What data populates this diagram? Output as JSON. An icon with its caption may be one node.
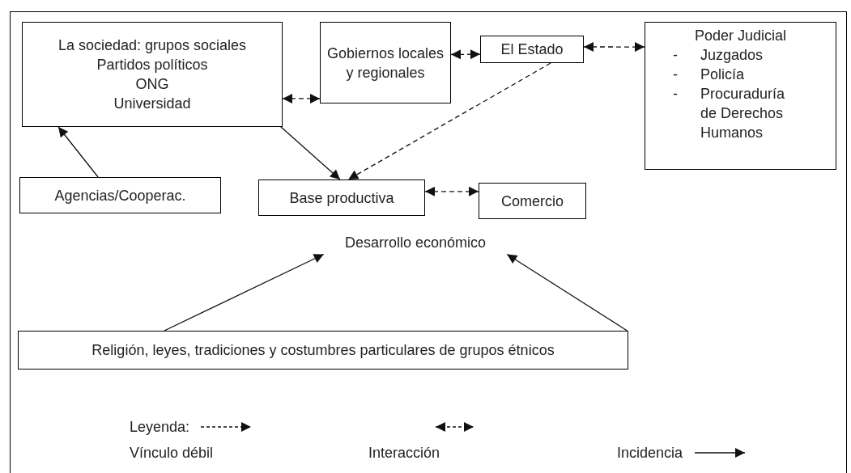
{
  "diagram": {
    "nodes": [
      {
        "text": [
          "La sociedad: grupos sociales",
          "Partidos políticos",
          "ONG",
          "Universidad"
        ]
      },
      {
        "text": [
          "Gobiernos locales y regionales"
        ]
      },
      {
        "text": [
          "El Estado"
        ]
      },
      {
        "text": [
          "Poder Judicial",
          "-",
          "Juzgados",
          "-",
          "Policía",
          "-",
          "Procuraduría de Derechos Humanos"
        ]
      },
      {
        "text": [
          "Agencias/Cooperac."
        ]
      },
      {
        "text": [
          "Base productiva"
        ]
      },
      {
        "text": [
          "Comercio"
        ]
      },
      {
        "text": [
          "Desarrollo económico"
        ]
      },
      {
        "text": [
          "Religión, leyes, tradiciones y costumbres particulares de grupos étnicos"
        ]
      }
    ],
    "edges": [
      {
        "from": 0,
        "to": 1,
        "arrow": "both",
        "style": "dashed"
      },
      {
        "from": 1,
        "to": 2,
        "arrow": "both",
        "style": "dashed"
      },
      {
        "from": 2,
        "to": 3,
        "arrow": "both",
        "style": "dashed"
      },
      {
        "from": 2,
        "to": 5,
        "arrow": "to",
        "style": "dashed"
      },
      {
        "from": 0,
        "to": 5,
        "arrow": "to"
      },
      {
        "from": 4,
        "to": 0,
        "arrow": "to"
      },
      {
        "from": 5,
        "to": 6,
        "arrow": "both",
        "style": "dashed"
      },
      {
        "from": 8,
        "to": 7,
        "arrow": "to"
      },
      {
        "from": 8,
        "to": 7,
        "arrow": "to"
      }
    ],
    "labels": [
      "Leyenda:"
    ],
    "legend": [
      {
        "text": "Vínculo débil"
      },
      {
        "text": "Interacción"
      },
      {
        "text": "Incidencia"
      }
    ]
  }
}
